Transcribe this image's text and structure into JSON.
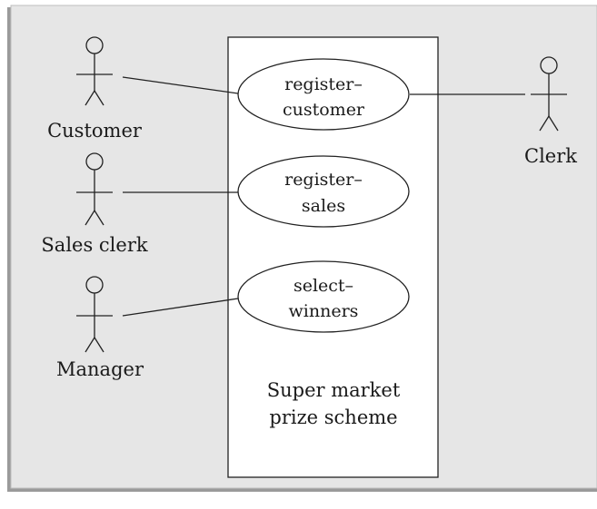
{
  "colors": {
    "background": "#e6e6e6",
    "frame_shadow": "#9a9a9a",
    "system_box": "#ffffff",
    "ellipse_fill": "#ffffff",
    "line": "#222222"
  },
  "system": {
    "label_line1": "Super market",
    "label_line2": "prize scheme"
  },
  "actors": [
    {
      "id": "customer",
      "label": "Customer"
    },
    {
      "id": "sales-clerk",
      "label": "Sales clerk"
    },
    {
      "id": "manager",
      "label": "Manager"
    },
    {
      "id": "clerk",
      "label": "Clerk"
    }
  ],
  "use_cases": [
    {
      "id": "register-customer",
      "line1": "register–",
      "line2": "customer"
    },
    {
      "id": "register-sales",
      "line1": "register–",
      "line2": "sales"
    },
    {
      "id": "select-winners",
      "line1": "select–",
      "line2": "winners"
    }
  ],
  "associations": [
    {
      "actor": "customer",
      "use_case": "register-customer"
    },
    {
      "actor": "clerk",
      "use_case": "register-customer"
    },
    {
      "actor": "sales-clerk",
      "use_case": "register-sales"
    },
    {
      "actor": "manager",
      "use_case": "select-winners"
    }
  ]
}
